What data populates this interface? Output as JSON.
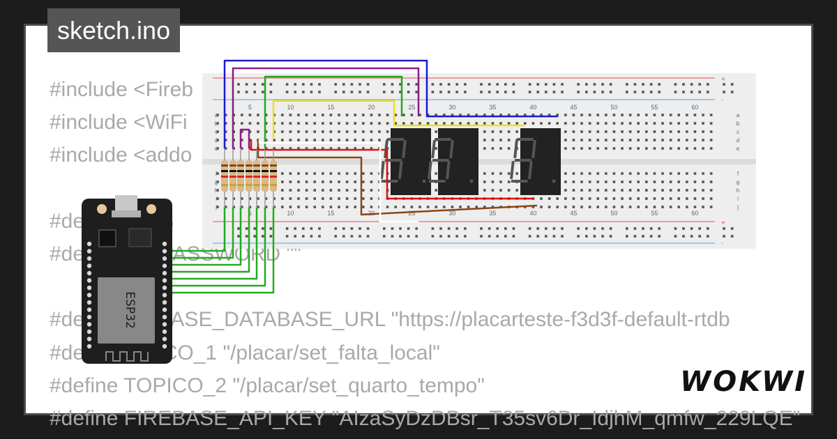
{
  "tab": {
    "title": "sketch.ino"
  },
  "code": {
    "lines": [
      "#include <Fireb",
      "#include <WiFi",
      "#include <addo",
      "",
      "#de          I_S",
      "#de          I_PASSWORD \"\"",
      "",
      "#de          EBASE_DATABASE_URL \"https://placarteste-f3d3f-default-rtdb",
      "#de          PICO_1 \"/placar/set_falta_local\"",
      "#define TOPICO_2 \"/placar/set_quarto_tempo\"",
      "#define FIREBASE_API_KEY \"AIzaSyDzDBsr_T35sv6Dr_IdjhM_qmfw_229LQE\""
    ]
  },
  "breadboard": {
    "column_numbers": [
      "5",
      "10",
      "15",
      "20",
      "25",
      "30",
      "35",
      "40",
      "45",
      "50",
      "55",
      "60"
    ],
    "row_letters_top": [
      "a",
      "b",
      "c",
      "d",
      "e"
    ],
    "row_letters_bottom": [
      "f",
      "g",
      "h",
      "i",
      "j"
    ],
    "rail_plus": "+",
    "rail_minus": "-"
  },
  "board": {
    "chip_label": "ESP32"
  },
  "brand": {
    "logo": "WOKWI"
  },
  "colors": {
    "background": "#1c1c1c",
    "card": "#ffffff",
    "tab": "#555555",
    "code_text": "#a9a9a9",
    "breadboard": "#eeeeee",
    "wire_blue": "#1a1ad4",
    "wire_purple": "#8a1a8a",
    "wire_green": "#22aa22",
    "wire_yellow": "#f0e020",
    "wire_red": "#dd1111",
    "wire_brown": "#8b4513",
    "segment_display": "#222222"
  }
}
